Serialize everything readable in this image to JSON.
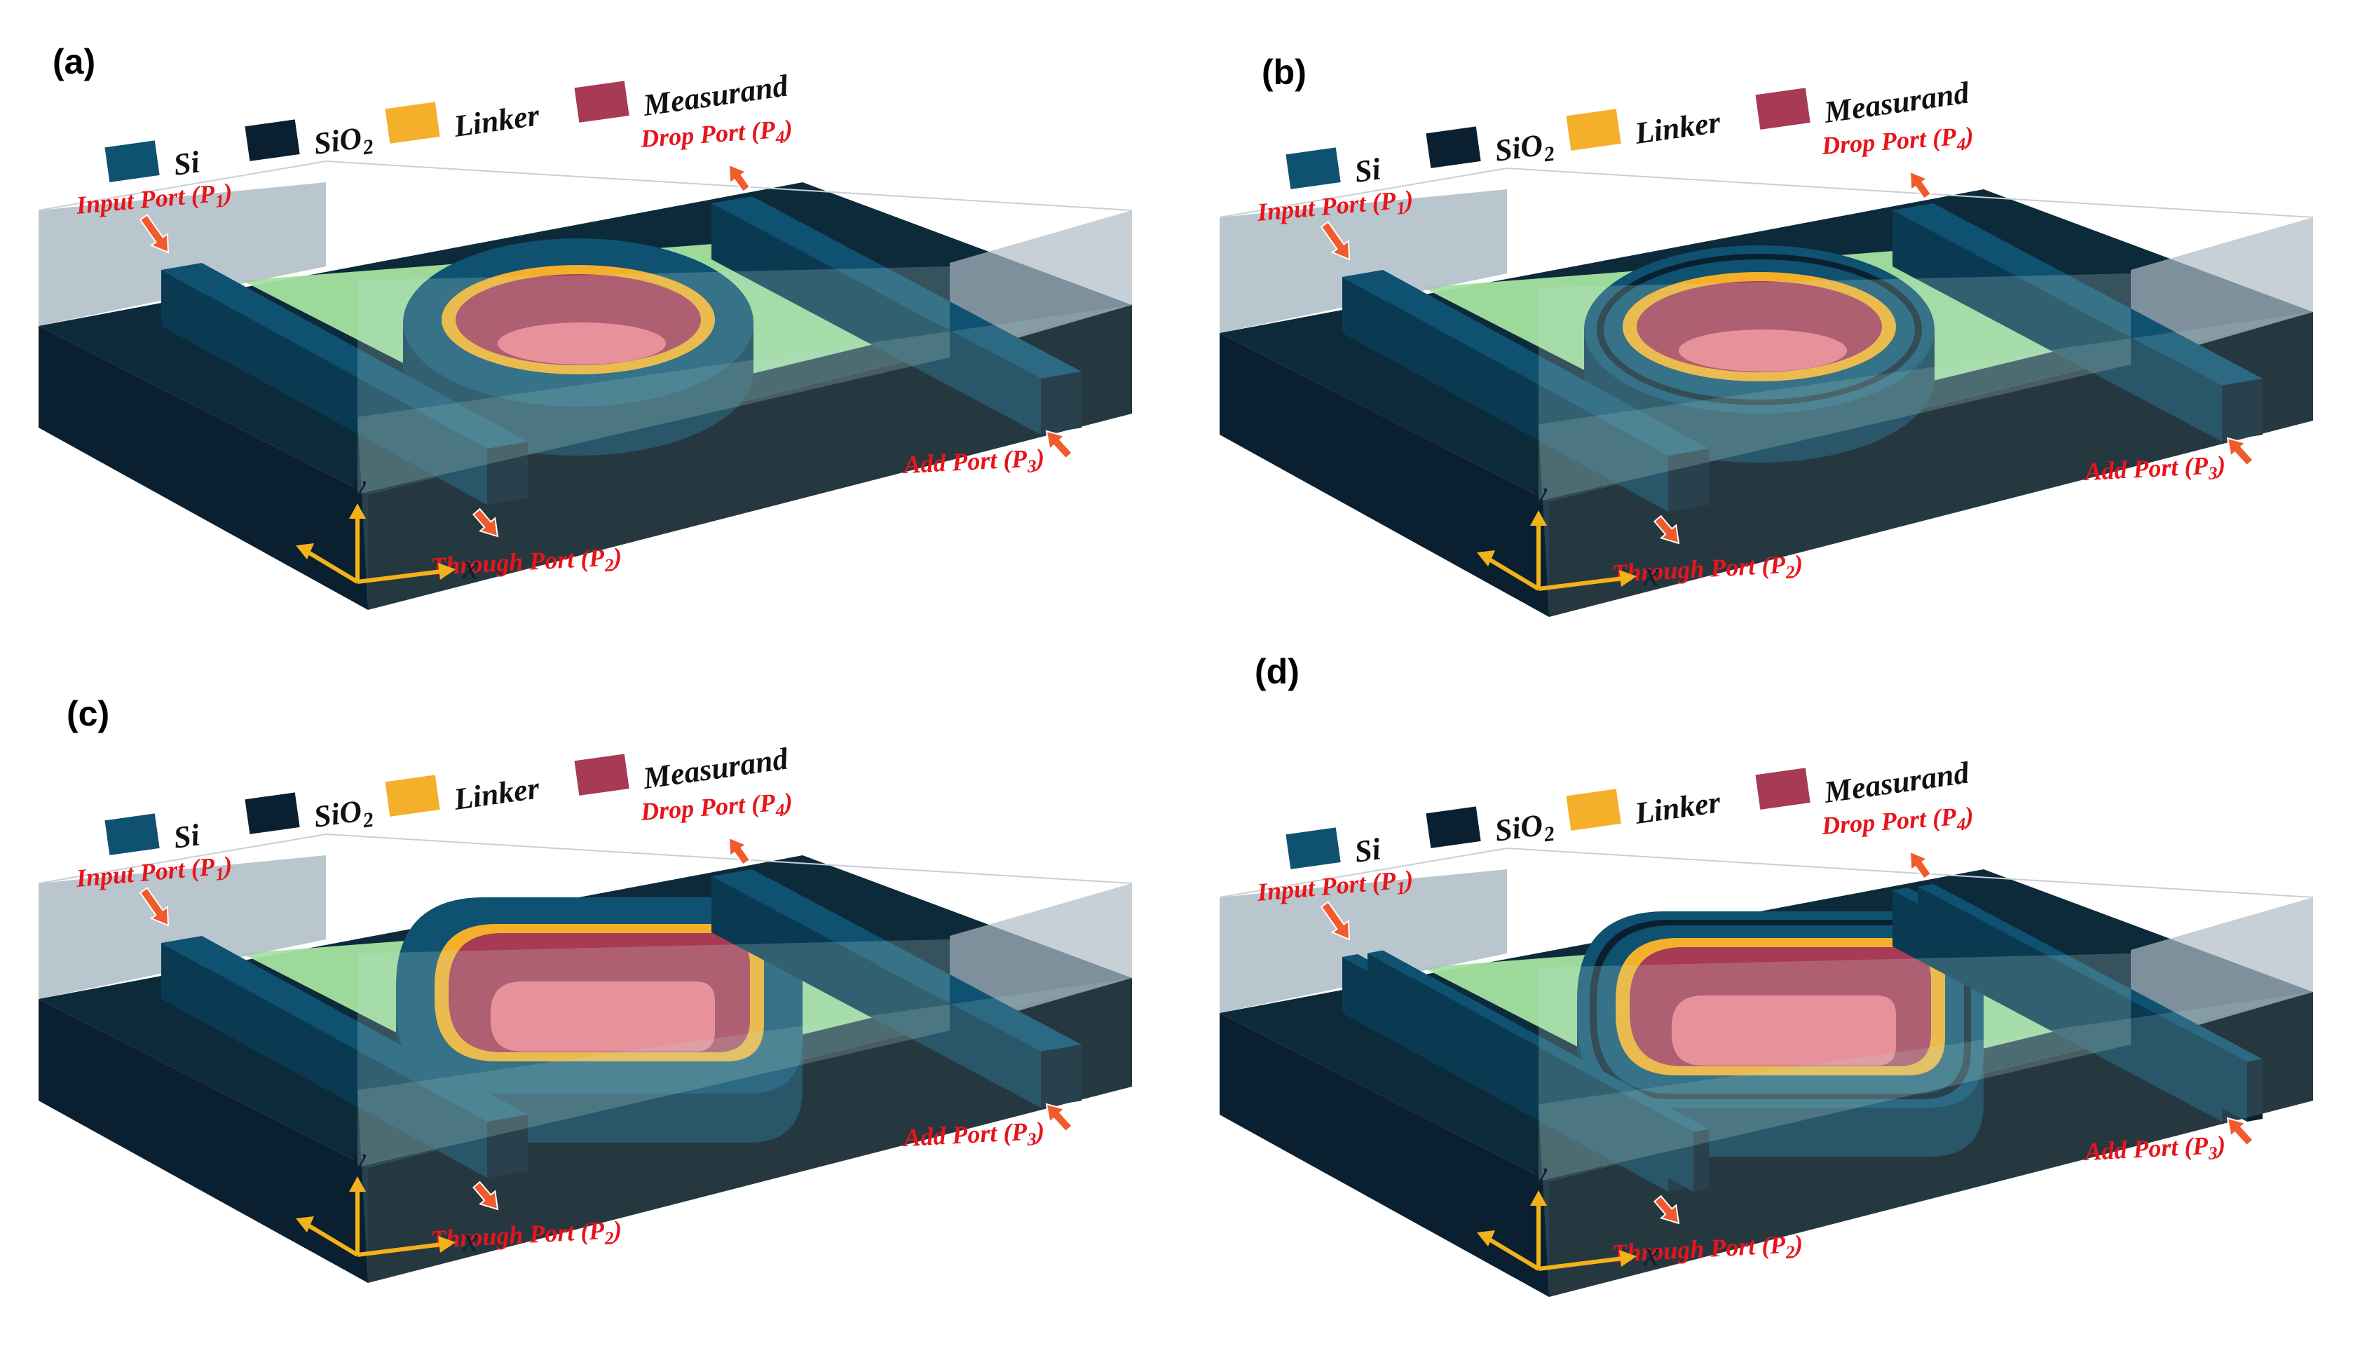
{
  "colors": {
    "si": "#0e5171",
    "si_side": "#0a3a52",
    "sio2_front": "#0a2030",
    "sio2_side": "#061520",
    "linker": "#f4b02a",
    "measurand": "#a73a55",
    "measurand_inner": "#f07a8a",
    "green": "#a5e3a0",
    "glass_side": "#aebcc4",
    "arrow": "#f05a2c",
    "axis": "#f2b21a"
  },
  "legend": {
    "si": "Si",
    "sio2": "SiO",
    "sio2_sub": "2",
    "linker": "Linker",
    "measurand": "Measurand"
  },
  "ports": {
    "input": "Input Port (P",
    "input_sub": "1",
    "through": "Through Port (P",
    "through_sub": "2",
    "add": "Add Port (P",
    "add_sub": "3",
    "drop": "Drop Port (P",
    "drop_sub": "4",
    "close": ")"
  },
  "axes": {
    "x": "x",
    "y": "y",
    "z": "z"
  },
  "panels": [
    {
      "label": "(a)",
      "ring": "circle",
      "rings": 1,
      "double_bus": false
    },
    {
      "label": "(b)",
      "ring": "circle",
      "rings": 2,
      "double_bus": false
    },
    {
      "label": "(c)",
      "ring": "racetrack",
      "rings": 1,
      "double_bus": false
    },
    {
      "label": "(d)",
      "ring": "racetrack",
      "rings": 2,
      "double_bus": true
    }
  ]
}
